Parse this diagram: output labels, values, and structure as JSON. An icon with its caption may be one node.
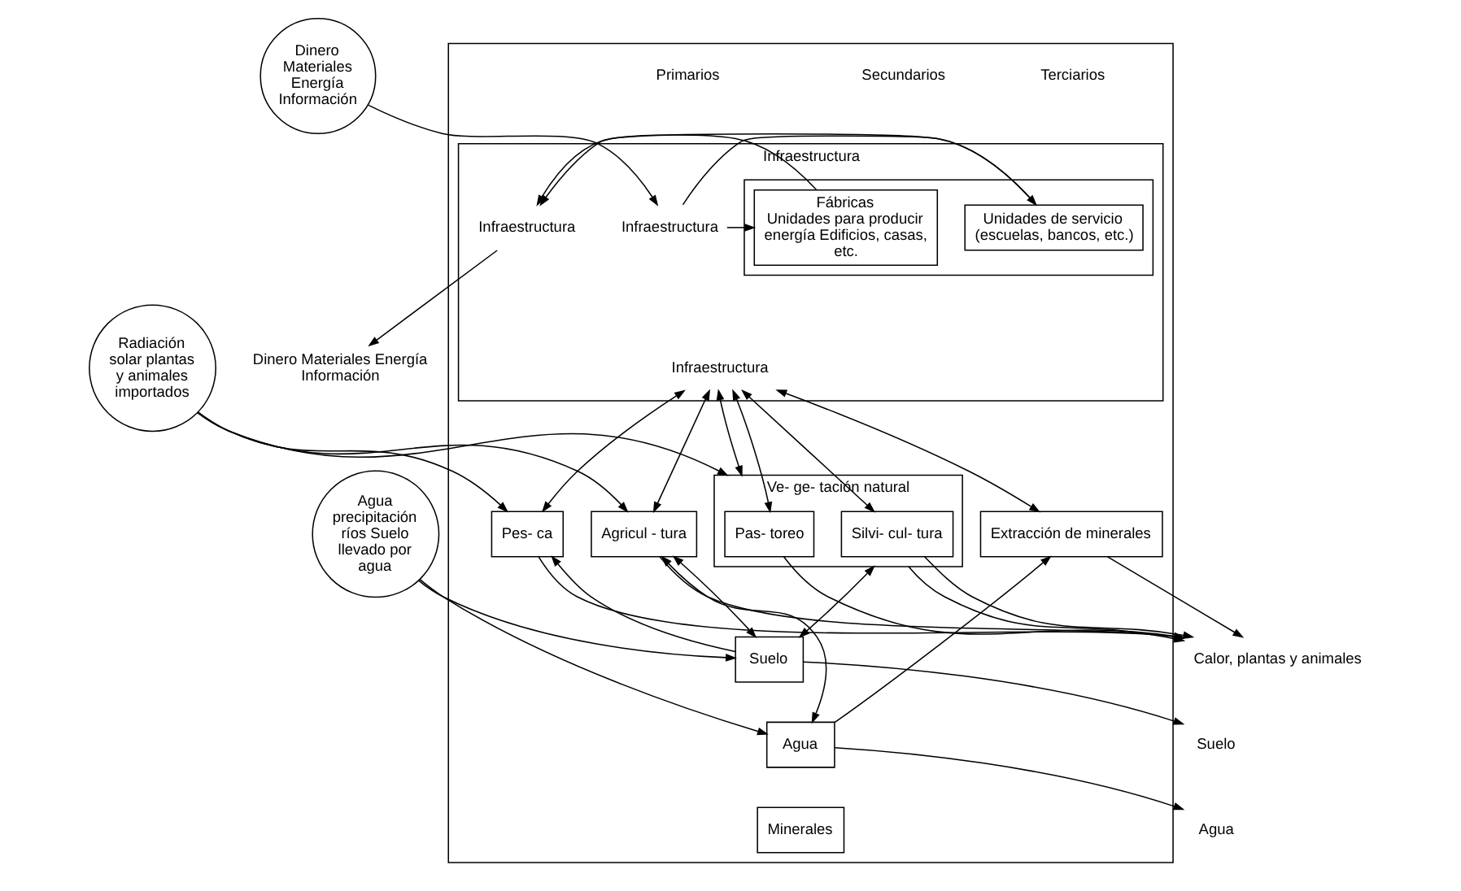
{
  "diagram": {
    "nodes": [
      {
        "text": [
          "Dinero Materiales Energía Información"
        ]
      },
      {
        "text": [
          "Radiación solar plantas y animales importados"
        ]
      },
      {
        "text": [
          "Agua precipitación ríos Suelo llevado por agua"
        ]
      },
      {
        "text": [],
        "shape": "box"
      },
      {
        "text": [
          "Infraestructura"
        ],
        "in": 3
      },
      {
        "text": [
          "Infraestructura"
        ],
        "in": 4
      },
      {
        "text": [],
        "shape": "box",
        "in": 4
      },
      {
        "text": [
          "Unidades de servicio (escuelas, bancos, etc.)"
        ],
        "in": 6
      },
      {
        "text": [
          "Fábricas",
          "Unidades para producir energía Edificios, casas, etc."
        ],
        "in": 6
      },
      {
        "text": [
          "Infraestructura"
        ],
        "in": 4
      },
      {
        "text": [
          "Infraestructura"
        ],
        "in": 4
      },
      {
        "text": [
          "Ve- ge- tación natural"
        ],
        "in": 3
      },
      {
        "text": [
          "Pas- toreo"
        ],
        "in": 11
      },
      {
        "text": [
          "Silvi- cul- tura"
        ],
        "in": 11
      },
      {
        "text": [
          "Pes- ca"
        ],
        "in": 3
      },
      {
        "text": [
          "Agricul - tura"
        ],
        "in": 3
      },
      {
        "text": [
          "Extracción de minerales"
        ],
        "in": 3
      },
      {
        "text": [
          "Suelo"
        ],
        "in": 3
      },
      {
        "text": [
          "Agua"
        ],
        "in": 3
      },
      {
        "text": [
          "Minerales"
        ],
        "in": 3
      },
      {
        "text": [
          "Dinero Materiales Energía Información"
        ]
      },
      {
        "text": [
          "Calor, plantas y animales"
        ]
      },
      {
        "text": [
          "Suelo"
        ]
      },
      {
        "text": [
          "Agua"
        ]
      }
    ],
    "edges": [
      {
        "from": 0,
        "to": 5,
        "arrow": "to"
      },
      {
        "from": 5,
        "to": 7,
        "arrow": "to"
      },
      {
        "from": 5,
        "to": 8,
        "arrow": "to"
      },
      {
        "from": 7,
        "to": 9,
        "arrow": "to"
      },
      {
        "from": 8,
        "to": 9,
        "arrow": "to"
      },
      {
        "from": 9,
        "to": 20,
        "arrow": "to"
      },
      {
        "from": 10,
        "to": 11,
        "arrow": "both"
      },
      {
        "from": 10,
        "to": 12,
        "arrow": "both"
      },
      {
        "from": 10,
        "to": 13,
        "arrow": "both"
      },
      {
        "from": 10,
        "to": 14,
        "arrow": "both"
      },
      {
        "from": 10,
        "to": 15,
        "arrow": "both"
      },
      {
        "from": 10,
        "to": 16,
        "arrow": "both"
      },
      {
        "from": 11,
        "to": 21,
        "arrow": "to"
      },
      {
        "from": 12,
        "to": 21,
        "arrow": "to"
      },
      {
        "from": 13,
        "to": 21,
        "arrow": "to"
      },
      {
        "from": 14,
        "to": 21,
        "arrow": "to"
      },
      {
        "from": 15,
        "to": 21,
        "arrow": "to"
      },
      {
        "from": 16,
        "to": 21,
        "arrow": "to"
      },
      {
        "from": 1,
        "to": 11,
        "arrow": "to"
      },
      {
        "from": 1,
        "to": 14,
        "arrow": "to"
      },
      {
        "from": 1,
        "to": 15,
        "arrow": "to"
      },
      {
        "from": 2,
        "to": 17,
        "arrow": "to"
      },
      {
        "from": 2,
        "to": 18,
        "arrow": "to"
      },
      {
        "from": 17,
        "to": 11,
        "arrow": "both"
      },
      {
        "from": 17,
        "to": 14,
        "arrow": "to"
      },
      {
        "from": 17,
        "to": 15,
        "arrow": "both"
      },
      {
        "from": 18,
        "to": 15,
        "arrow": "both"
      },
      {
        "from": 18,
        "to": 16,
        "arrow": "to"
      },
      {
        "from": 17,
        "to": 22,
        "arrow": "to"
      },
      {
        "from": 18,
        "to": 23,
        "arrow": "to"
      }
    ],
    "labels": [
      "Terciarios",
      "Secundarios",
      "Primarios"
    ]
  }
}
